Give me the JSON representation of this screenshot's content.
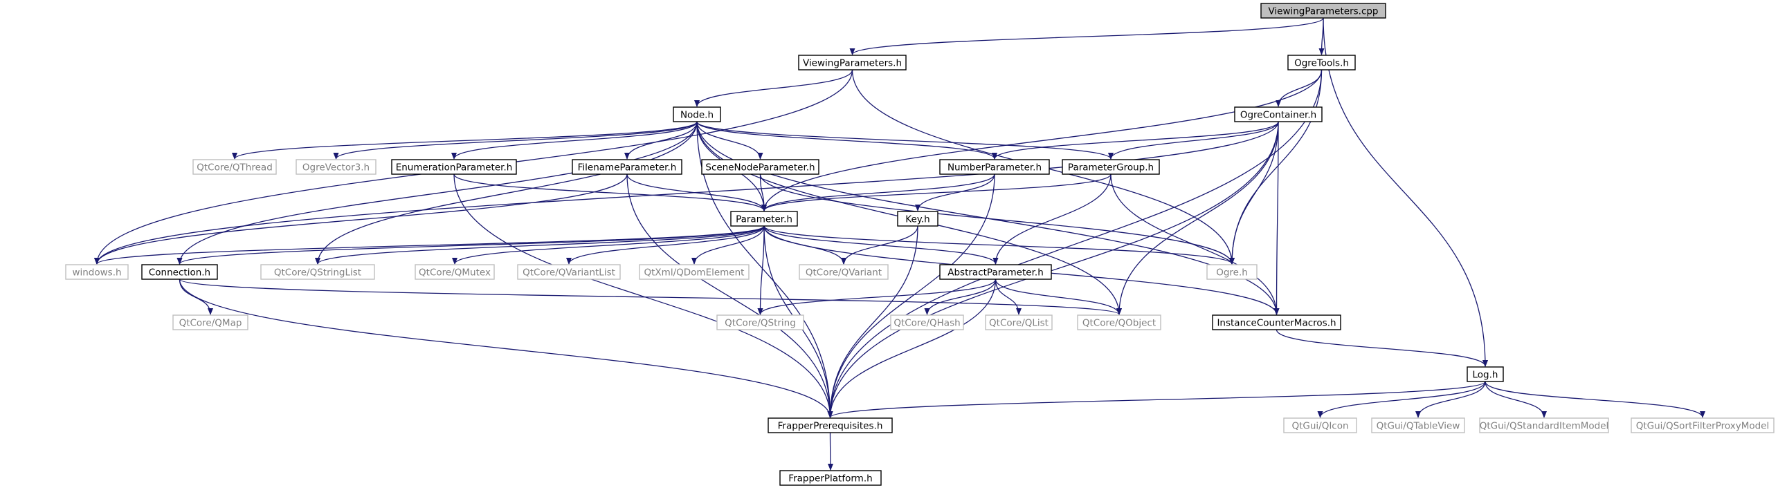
{
  "diagram": {
    "title": "",
    "colors": {
      "edge": "#191970",
      "border_documented": "#000000",
      "border_external": "#bfbfbf",
      "text_documented": "#000000",
      "text_external": "#808080",
      "fill_root": "#bfbfbf",
      "fill_default": "#ffffff"
    },
    "nodes": [
      {
        "id": "vpcpp",
        "label": "ViewingParameters.cpp",
        "kind": "root"
      },
      {
        "id": "vph",
        "label": "ViewingParameters.h",
        "kind": "documented"
      },
      {
        "id": "ogretools",
        "label": "OgreTools.h",
        "kind": "documented"
      },
      {
        "id": "node",
        "label": "Node.h",
        "kind": "documented"
      },
      {
        "id": "ogrecontainer",
        "label": "OgreContainer.h",
        "kind": "documented"
      },
      {
        "id": "qthread",
        "label": "QtCore/QThread",
        "kind": "external"
      },
      {
        "id": "ogrevector3",
        "label": "OgreVector3.h",
        "kind": "external"
      },
      {
        "id": "enumparam",
        "label": "EnumerationParameter.h",
        "kind": "documented"
      },
      {
        "id": "fileparam",
        "label": "FilenameParameter.h",
        "kind": "documented"
      },
      {
        "id": "scenenodeparam",
        "label": "SceneNodeParameter.h",
        "kind": "documented"
      },
      {
        "id": "numberparam",
        "label": "NumberParameter.h",
        "kind": "documented"
      },
      {
        "id": "paramgroup",
        "label": "ParameterGroup.h",
        "kind": "documented"
      },
      {
        "id": "key",
        "label": "Key.h",
        "kind": "documented"
      },
      {
        "id": "param",
        "label": "Parameter.h",
        "kind": "documented"
      },
      {
        "id": "windows",
        "label": "windows.h",
        "kind": "external"
      },
      {
        "id": "connection",
        "label": "Connection.h",
        "kind": "documented"
      },
      {
        "id": "qstringlist",
        "label": "QtCore/QStringList",
        "kind": "external"
      },
      {
        "id": "qmutex",
        "label": "QtCore/QMutex",
        "kind": "external"
      },
      {
        "id": "qvariantlist",
        "label": "QtCore/QVariantList",
        "kind": "external"
      },
      {
        "id": "qdomelement",
        "label": "QtXml/QDomElement",
        "kind": "external"
      },
      {
        "id": "qvariant",
        "label": "QtCore/QVariant",
        "kind": "external"
      },
      {
        "id": "abstractparam",
        "label": "AbstractParameter.h",
        "kind": "documented"
      },
      {
        "id": "ogreh",
        "label": "Ogre.h",
        "kind": "external"
      },
      {
        "id": "qmap",
        "label": "QtCore/QMap",
        "kind": "external"
      },
      {
        "id": "qstring",
        "label": "QtCore/QString",
        "kind": "external"
      },
      {
        "id": "qhash",
        "label": "QtCore/QHash",
        "kind": "external"
      },
      {
        "id": "qlist",
        "label": "QtCore/QList",
        "kind": "external"
      },
      {
        "id": "qobject",
        "label": "QtCore/QObject",
        "kind": "external"
      },
      {
        "id": "icm",
        "label": "InstanceCounterMacros.h",
        "kind": "documented"
      },
      {
        "id": "log",
        "label": "Log.h",
        "kind": "documented"
      },
      {
        "id": "frapperprereq",
        "label": "FrapperPrerequisites.h",
        "kind": "documented"
      },
      {
        "id": "qicon",
        "label": "QtGui/QIcon",
        "kind": "external"
      },
      {
        "id": "qtableview",
        "label": "QtGui/QTableView",
        "kind": "external"
      },
      {
        "id": "qstdmodel",
        "label": "QtGui/QStandardItemModel",
        "kind": "external"
      },
      {
        "id": "qsortproxy",
        "label": "QtGui/QSortFilterProxyModel",
        "kind": "external"
      },
      {
        "id": "frapperplatform",
        "label": "FrapperPlatform.h",
        "kind": "documented"
      }
    ],
    "edges": [
      [
        "vpcpp",
        "vph"
      ],
      [
        "vpcpp",
        "ogretools"
      ],
      [
        "vpcpp",
        "log"
      ],
      [
        "vph",
        "node"
      ],
      [
        "vph",
        "windows"
      ],
      [
        "vph",
        "ogreh"
      ],
      [
        "ogretools",
        "ogrecontainer"
      ],
      [
        "ogretools",
        "param"
      ],
      [
        "ogretools",
        "ogreh"
      ],
      [
        "ogretools",
        "frapperprereq"
      ],
      [
        "node",
        "qthread"
      ],
      [
        "node",
        "ogrevector3"
      ],
      [
        "node",
        "enumparam"
      ],
      [
        "node",
        "fileparam"
      ],
      [
        "node",
        "scenenodeparam"
      ],
      [
        "node",
        "numberparam"
      ],
      [
        "node",
        "paramgroup"
      ],
      [
        "node",
        "param"
      ],
      [
        "node",
        "connection"
      ],
      [
        "node",
        "qstringlist"
      ],
      [
        "node",
        "qobject"
      ],
      [
        "node",
        "icm"
      ],
      [
        "node",
        "frapperprereq"
      ],
      [
        "ogrecontainer",
        "numberparam"
      ],
      [
        "ogrecontainer",
        "paramgroup"
      ],
      [
        "ogrecontainer",
        "windows"
      ],
      [
        "ogrecontainer",
        "ogreh"
      ],
      [
        "ogrecontainer",
        "qobject"
      ],
      [
        "ogrecontainer",
        "icm"
      ],
      [
        "ogrecontainer",
        "frapperprereq"
      ],
      [
        "enumparam",
        "param"
      ],
      [
        "enumparam",
        "frapperprereq"
      ],
      [
        "fileparam",
        "param"
      ],
      [
        "fileparam",
        "windows"
      ],
      [
        "fileparam",
        "frapperprereq"
      ],
      [
        "scenenodeparam",
        "param"
      ],
      [
        "scenenodeparam",
        "ogreh"
      ],
      [
        "numberparam",
        "param"
      ],
      [
        "numberparam",
        "key"
      ],
      [
        "numberparam",
        "frapperprereq"
      ],
      [
        "paramgroup",
        "param"
      ],
      [
        "paramgroup",
        "abstractparam"
      ],
      [
        "paramgroup",
        "icm"
      ],
      [
        "key",
        "qvariant"
      ],
      [
        "key",
        "frapperprereq"
      ],
      [
        "param",
        "windows"
      ],
      [
        "param",
        "connection"
      ],
      [
        "param",
        "qstringlist"
      ],
      [
        "param",
        "qmutex"
      ],
      [
        "param",
        "qvariantlist"
      ],
      [
        "param",
        "qdomelement"
      ],
      [
        "param",
        "qvariant"
      ],
      [
        "param",
        "abstractparam"
      ],
      [
        "param",
        "ogreh"
      ],
      [
        "param",
        "qstring"
      ],
      [
        "param",
        "icm"
      ],
      [
        "param",
        "frapperprereq"
      ],
      [
        "connection",
        "qmap"
      ],
      [
        "connection",
        "qobject"
      ],
      [
        "connection",
        "frapperprereq"
      ],
      [
        "abstractparam",
        "qstring"
      ],
      [
        "abstractparam",
        "qhash"
      ],
      [
        "abstractparam",
        "qlist"
      ],
      [
        "abstractparam",
        "qobject"
      ],
      [
        "abstractparam",
        "frapperprereq"
      ],
      [
        "icm",
        "log"
      ],
      [
        "log",
        "frapperprereq"
      ],
      [
        "log",
        "qicon"
      ],
      [
        "log",
        "qtableview"
      ],
      [
        "log",
        "qstdmodel"
      ],
      [
        "log",
        "qsortproxy"
      ],
      [
        "frapperprereq",
        "frapperplatform"
      ]
    ]
  }
}
